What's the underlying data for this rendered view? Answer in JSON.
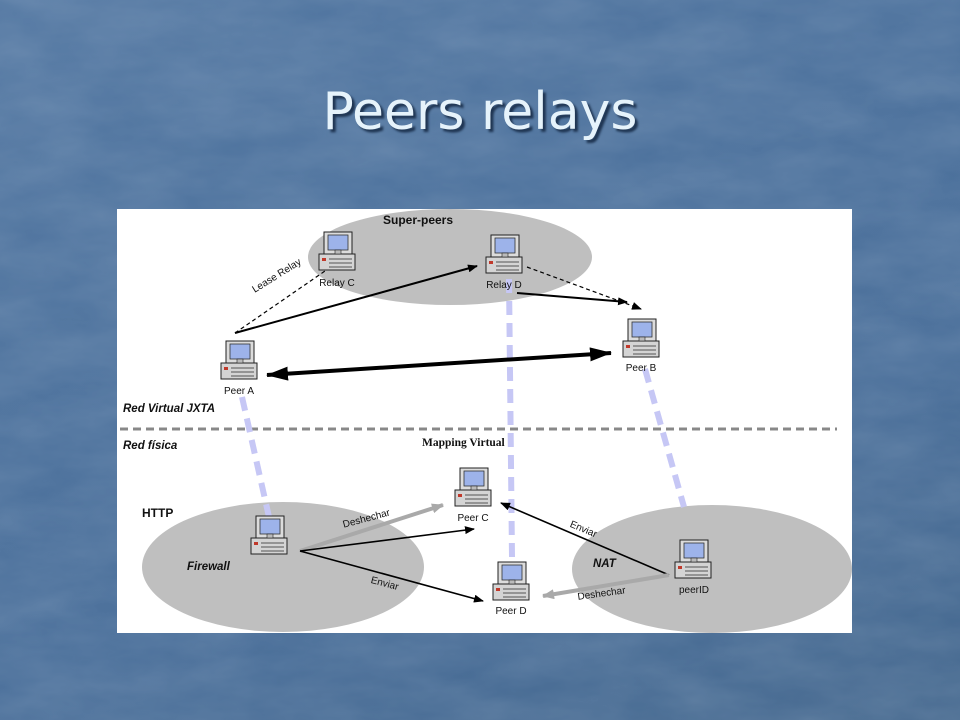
{
  "slide": {
    "title": "Peers relays"
  },
  "diagram": {
    "regions": {
      "super_peers": "Super-peers",
      "http": "HTTP",
      "firewall": "Firewall",
      "nat": "NAT"
    },
    "layers": {
      "virtual": "Red Virtual JXTA",
      "physical": "Red física",
      "mapping": "Mapping Virtual"
    },
    "nodes": {
      "relay_c": "Relay C",
      "relay_d": "Relay D",
      "peer_a": "Peer A",
      "peer_b": "Peer B",
      "peer_c": "Peer C",
      "peer_d": "Peer D",
      "peer_id": "peerID"
    },
    "edges": {
      "lease_relay": "Lease Relay",
      "deshechar_firewall": "Deshechar",
      "enviar_firewall": "Enviar",
      "enviar_nat": "Enviar",
      "deshechar_nat": "Deshechar"
    }
  }
}
